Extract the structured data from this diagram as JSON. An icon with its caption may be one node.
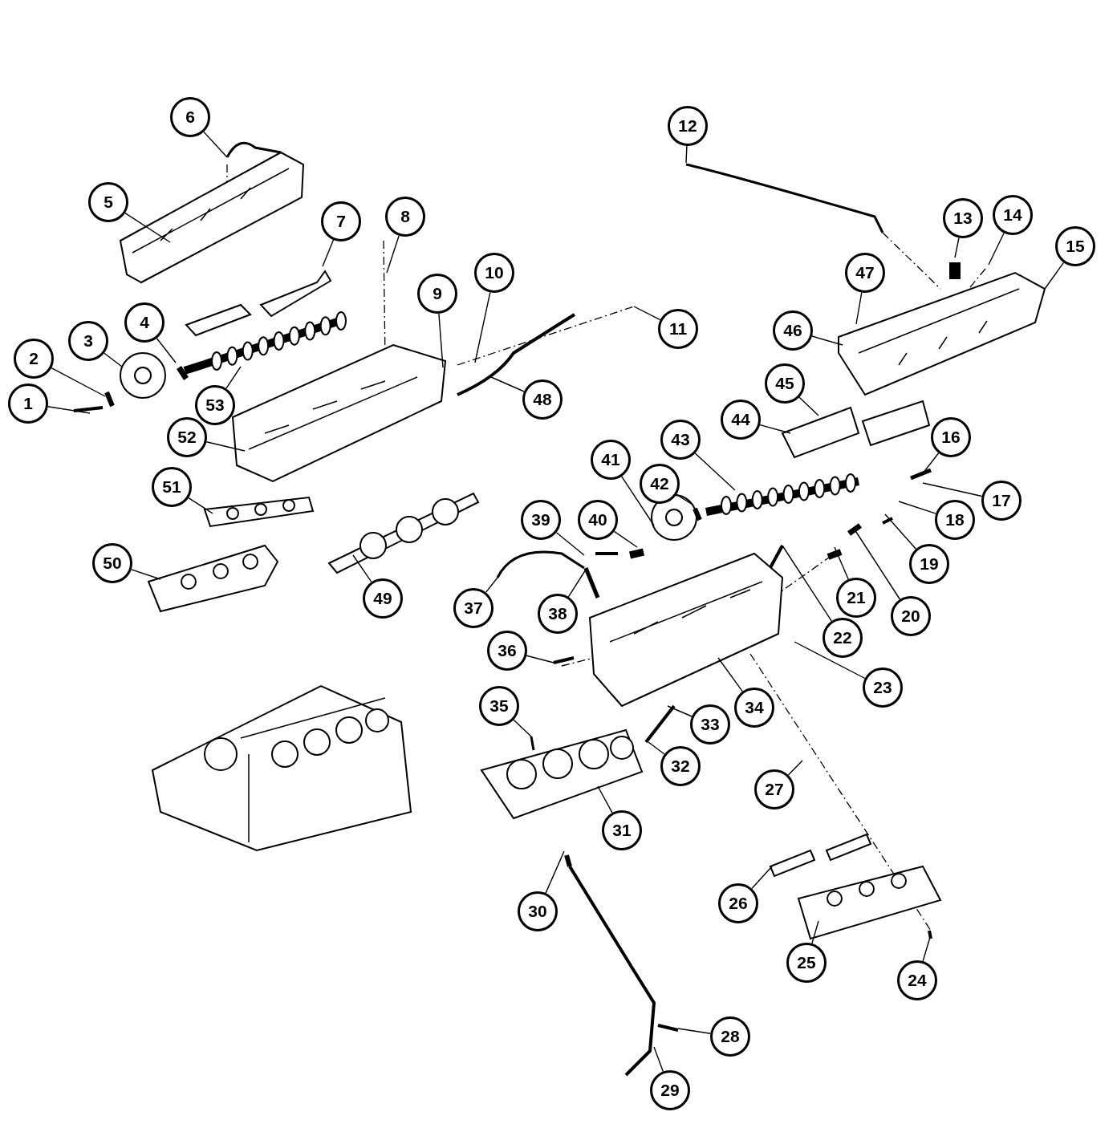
{
  "diagram": {
    "nodes": [
      {
        "text": [
          "1"
        ]
      },
      {
        "text": [
          "2"
        ]
      },
      {
        "text": [
          "3"
        ]
      },
      {
        "text": [
          "4"
        ]
      },
      {
        "text": [
          "5"
        ]
      },
      {
        "text": [
          "6"
        ]
      },
      {
        "text": [
          "7"
        ]
      },
      {
        "text": [
          "8"
        ]
      },
      {
        "text": [
          "9"
        ]
      },
      {
        "text": [
          "10"
        ]
      },
      {
        "text": [
          "11"
        ]
      },
      {
        "text": [
          "12"
        ]
      },
      {
        "text": [
          "13"
        ]
      },
      {
        "text": [
          "14"
        ]
      },
      {
        "text": [
          "15"
        ]
      },
      {
        "text": [
          "16"
        ]
      },
      {
        "text": [
          "17"
        ]
      },
      {
        "text": [
          "18"
        ]
      },
      {
        "text": [
          "19"
        ]
      },
      {
        "text": [
          "20"
        ]
      },
      {
        "text": [
          "21"
        ]
      },
      {
        "text": [
          "22"
        ]
      },
      {
        "text": [
          "23"
        ]
      },
      {
        "text": [
          "24"
        ]
      },
      {
        "text": [
          "25"
        ]
      },
      {
        "text": [
          "26"
        ]
      },
      {
        "text": [
          "27"
        ]
      },
      {
        "text": [
          "28"
        ]
      },
      {
        "text": [
          "29"
        ]
      },
      {
        "text": [
          "30"
        ]
      },
      {
        "text": [
          "31"
        ]
      },
      {
        "text": [
          "32"
        ]
      },
      {
        "text": [
          "33"
        ]
      },
      {
        "text": [
          "34"
        ]
      },
      {
        "text": [
          "35"
        ]
      },
      {
        "text": [
          "36"
        ]
      },
      {
        "text": [
          "37"
        ]
      },
      {
        "text": [
          "38"
        ]
      },
      {
        "text": [
          "39"
        ]
      },
      {
        "text": [
          "40"
        ]
      },
      {
        "text": [
          "41"
        ]
      },
      {
        "text": [
          "42"
        ]
      },
      {
        "text": [
          "43"
        ]
      },
      {
        "text": [
          "44"
        ]
      },
      {
        "text": [
          "45"
        ]
      },
      {
        "text": [
          "46"
        ]
      },
      {
        "text": [
          "47"
        ]
      },
      {
        "text": [
          "48"
        ]
      },
      {
        "text": [
          "49"
        ]
      },
      {
        "text": [
          "50"
        ]
      },
      {
        "text": [
          "51"
        ]
      },
      {
        "text": [
          "52"
        ]
      },
      {
        "text": [
          "53"
        ]
      }
    ],
    "edges": [
      {
        "from": 0,
        "to": null,
        "arrow": "none"
      },
      {
        "from": 1,
        "to": null,
        "arrow": "none"
      },
      {
        "from": 2,
        "to": null,
        "arrow": "none"
      },
      {
        "from": 3,
        "to": null,
        "arrow": "none"
      },
      {
        "from": 4,
        "to": null,
        "arrow": "none"
      },
      {
        "from": 5,
        "to": null,
        "arrow": "none"
      },
      {
        "from": 6,
        "to": null,
        "arrow": "none"
      },
      {
        "from": 7,
        "to": null,
        "arrow": "none"
      },
      {
        "from": 8,
        "to": null,
        "arrow": "none"
      },
      {
        "from": 9,
        "to": null,
        "arrow": "none"
      },
      {
        "from": 10,
        "to": null,
        "arrow": "none"
      },
      {
        "from": 11,
        "to": null,
        "arrow": "none"
      },
      {
        "from": 12,
        "to": null,
        "arrow": "none"
      },
      {
        "from": 13,
        "to": null,
        "arrow": "none"
      },
      {
        "from": 14,
        "to": null,
        "arrow": "none"
      },
      {
        "from": 15,
        "to": null,
        "arrow": "none"
      },
      {
        "from": 16,
        "to": null,
        "arrow": "none"
      },
      {
        "from": 17,
        "to": null,
        "arrow": "none"
      },
      {
        "from": 18,
        "to": null,
        "arrow": "none"
      },
      {
        "from": 19,
        "to": null,
        "arrow": "none"
      },
      {
        "from": 20,
        "to": null,
        "arrow": "none"
      },
      {
        "from": 21,
        "to": null,
        "arrow": "none"
      },
      {
        "from": 22,
        "to": null,
        "arrow": "none"
      },
      {
        "from": 23,
        "to": null,
        "arrow": "none"
      },
      {
        "from": 24,
        "to": null,
        "arrow": "none"
      },
      {
        "from": 25,
        "to": null,
        "arrow": "none"
      },
      {
        "from": 26,
        "to": null,
        "arrow": "none"
      },
      {
        "from": 27,
        "to": null,
        "arrow": "none"
      },
      {
        "from": 28,
        "to": null,
        "arrow": "none"
      },
      {
        "from": 29,
        "to": null,
        "arrow": "none"
      },
      {
        "from": 30,
        "to": null,
        "arrow": "none"
      },
      {
        "from": 31,
        "to": null,
        "arrow": "none"
      },
      {
        "from": 32,
        "to": null,
        "arrow": "none"
      },
      {
        "from": 33,
        "to": null,
        "arrow": "none"
      },
      {
        "from": 34,
        "to": null,
        "arrow": "none"
      },
      {
        "from": 35,
        "to": null,
        "arrow": "none"
      },
      {
        "from": 36,
        "to": null,
        "arrow": "none"
      },
      {
        "from": 37,
        "to": null,
        "arrow": "none"
      },
      {
        "from": 38,
        "to": null,
        "arrow": "none"
      },
      {
        "from": 39,
        "to": null,
        "arrow": "none"
      },
      {
        "from": 40,
        "to": null,
        "arrow": "none"
      },
      {
        "from": 41,
        "to": null,
        "arrow": "none"
      },
      {
        "from": 42,
        "to": null,
        "arrow": "none"
      },
      {
        "from": 43,
        "to": null,
        "arrow": "none"
      },
      {
        "from": 44,
        "to": null,
        "arrow": "none"
      },
      {
        "from": 45,
        "to": null,
        "arrow": "none"
      },
      {
        "from": 46,
        "to": null,
        "arrow": "none"
      },
      {
        "from": 47,
        "to": null,
        "arrow": "none"
      },
      {
        "from": 48,
        "to": null,
        "arrow": "none"
      },
      {
        "from": 49,
        "to": null,
        "arrow": "none"
      },
      {
        "from": 50,
        "to": null,
        "arrow": "none"
      },
      {
        "from": 51,
        "to": null,
        "arrow": "none"
      },
      {
        "from": 52,
        "to": null,
        "arrow": "none"
      }
    ]
  }
}
